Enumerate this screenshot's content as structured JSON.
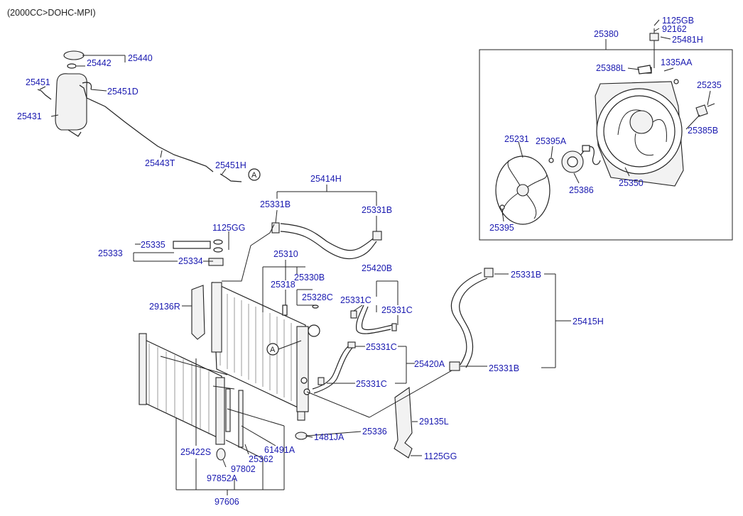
{
  "header": {
    "engine_spec": "(2000CC>DOHC-MPI)"
  },
  "callouts": {
    "p1125GB": "1125GB",
    "p92162": "92162",
    "p25481H": "25481H",
    "p25380": "25380",
    "p25388L": "25388L",
    "p1335AA": "1335AA",
    "p25235": "25235",
    "p25385B": "25385B",
    "p25231": "25231",
    "p25395A": "25395A",
    "p25386": "25386",
    "p25350": "25350",
    "p25395": "25395",
    "p25440": "25440",
    "p25442": "25442",
    "p25451": "25451",
    "p25451D": "25451D",
    "p25431": "25431",
    "p25443T": "25443T",
    "p25451H": "25451H",
    "p25414H": "25414H",
    "p25331B_a": "25331B",
    "p25331B_b": "25331B",
    "p1125GG_a": "1125GG",
    "p25335": "25335",
    "p25333": "25333",
    "p25334": "25334",
    "p25310": "25310",
    "p25330B": "25330B",
    "p25318": "25318",
    "p25328C": "25328C",
    "p25420B": "25420B",
    "p25331C_a": "25331C",
    "p25331C_b": "25331C",
    "p29136R": "29136R",
    "p25331B_c": "25331B",
    "p25415H": "25415H",
    "p25331C_c": "25331C",
    "p25420A": "25420A",
    "p25331B_d": "25331B",
    "p25331C_d": "25331C",
    "p29135L": "29135L",
    "p25336": "25336",
    "p1481JA": "1481JA",
    "p1125GG_b": "1125GG",
    "p25422S": "25422S",
    "p25362": "25362",
    "p61491A": "61491A",
    "p97802": "97802",
    "p97852A": "97852A",
    "p97606": "97606"
  },
  "markers": {
    "connector_a_1": "A",
    "connector_a_2": "A"
  }
}
